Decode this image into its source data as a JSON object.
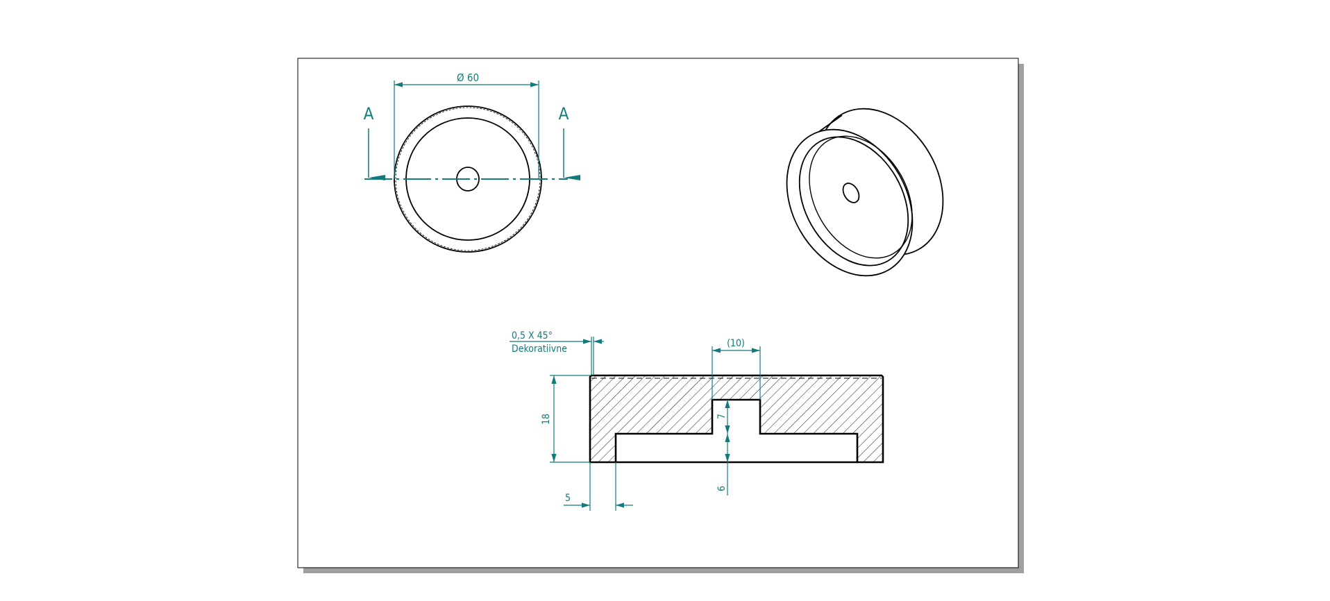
{
  "drawing": {
    "top_view": {
      "diameter_label": "Ø 60",
      "section_label_left": "A",
      "section_label_right": "A"
    },
    "section_view": {
      "chamfer_label": "0,5 X 45°",
      "chamfer_note": "Dekoratiivne",
      "slot_width_label": "(10)",
      "height_label": "18",
      "slot_depth_label": "7",
      "pocket_depth_label": "6",
      "wall_label": "5"
    },
    "colors": {
      "dimension": "#127a7a",
      "geometry": "#000000",
      "shadow": "#a0a0a0"
    }
  }
}
